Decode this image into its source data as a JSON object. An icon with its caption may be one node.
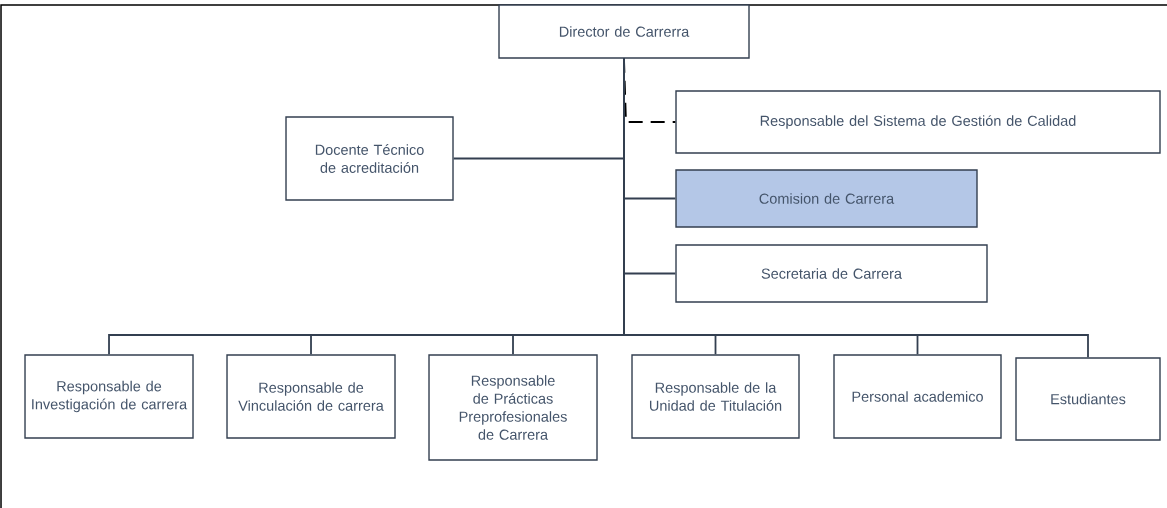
{
  "diagram": {
    "nodes": [
      {
        "text": [
          "Director de Carrerra"
        ]
      },
      {
        "text": [
          "Docente Técnico de acreditación"
        ]
      },
      {
        "text": [
          "Responsable del Sistema de Gestión de Calidad"
        ]
      },
      {
        "text": [
          "Comision de Carrera"
        ]
      },
      {
        "text": [
          "Secretaria de Carrera"
        ]
      },
      {
        "text": [
          "Responsable de Investigación de carrera"
        ]
      },
      {
        "text": [
          "Responsable de Vinculación de carrera"
        ]
      },
      {
        "text": [
          "Responsable de Prácticas Preprofesionales de Carrera"
        ]
      },
      {
        "text": [
          "Responsable  de la Unidad de Titulación"
        ]
      },
      {
        "text": [
          "Personal academico"
        ]
      },
      {
        "text": [
          "Estudiantes"
        ]
      }
    ],
    "edges": [
      {
        "from": 0,
        "to": 1,
        "arrow": "none"
      },
      {
        "from": 0,
        "to": 2,
        "arrow": "none",
        "style": "dashed",
        "color": "#000000"
      },
      {
        "from": 0,
        "to": 3,
        "arrow": "none"
      },
      {
        "from": 0,
        "to": 4,
        "arrow": "none"
      },
      {
        "from": 0,
        "to": 5,
        "arrow": "none"
      },
      {
        "from": 0,
        "to": 6,
        "arrow": "none"
      },
      {
        "from": 0,
        "to": 7,
        "arrow": "none"
      },
      {
        "from": 0,
        "to": 8,
        "arrow": "none"
      },
      {
        "from": 0,
        "to": 9,
        "arrow": "none"
      },
      {
        "from": 0,
        "to": 10,
        "arrow": "none"
      }
    ]
  }
}
